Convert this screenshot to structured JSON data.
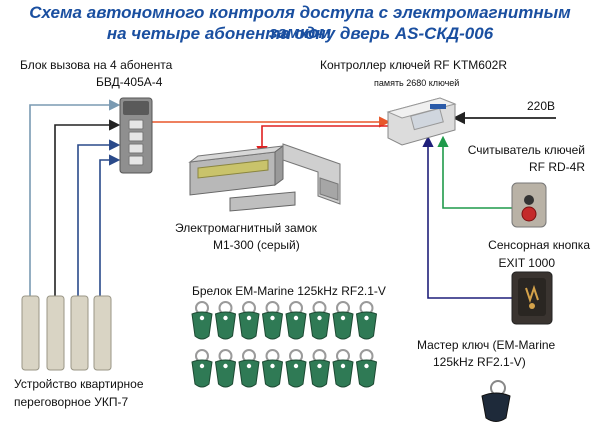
{
  "title": {
    "line1": "Схема автономного контроля доступа с электромагнитным замком",
    "line2": "на четыре абонента одну дверь AS-СКД-006"
  },
  "labels": {
    "call_unit_1": "Блок вызова на 4 абонента",
    "call_unit_2": "БВД-405А-4",
    "controller_1": "Контроллер ключей RF KTM602R",
    "controller_2": "память 2680 ключей",
    "power": "220В",
    "reader_1": "Считыватель ключей",
    "reader_2": "RF RD-4R",
    "lock_1": "Электромагнитный замок",
    "lock_2": "М1-300 (серый)",
    "touch_1": "Сенсорная кнопка",
    "touch_2": "EXIT 1000",
    "keyfob_title": "Брелок EM-Marine 125kHz RF2.1-V",
    "master_1": "Мастер ключ (EM-Marine",
    "master_2": "125kHz RF2.1-V)",
    "intercom_1": "Устройство квартирное",
    "intercom_2": "переговорное УКП-7"
  },
  "colors": {
    "title": "#1a4fa0",
    "wire_orange": "#e8572a",
    "wire_red": "#e02020",
    "wire_green": "#1f9a4a",
    "wire_navy": "#1f1f7a",
    "wire_steel": "#7a9ab2",
    "wire_dark": "#222222"
  },
  "keyfob_count": 16
}
